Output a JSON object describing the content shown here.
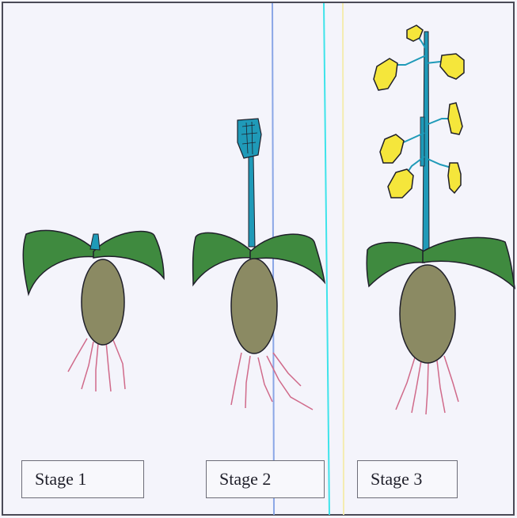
{
  "stages": [
    {
      "label": "Stage 1"
    },
    {
      "label": "Stage 2"
    },
    {
      "label": "Stage 3"
    }
  ],
  "colors": {
    "leaf": "#3f8a3f",
    "bulb": "#8b8a63",
    "root": "#d06a8a",
    "stem": "#1f9ab8",
    "flower": "#f5e63b",
    "outline": "#1f1f2a",
    "background": "#f4f4fb",
    "divider_cyan": "#3ee3ea",
    "divider_blue": "#8aa6e6",
    "divider_yellow": "#f4ecb0"
  },
  "icons": {
    "plant_stage_1": "orchid-seedling",
    "plant_stage_2": "orchid-budding",
    "plant_stage_3": "orchid-flowering"
  }
}
